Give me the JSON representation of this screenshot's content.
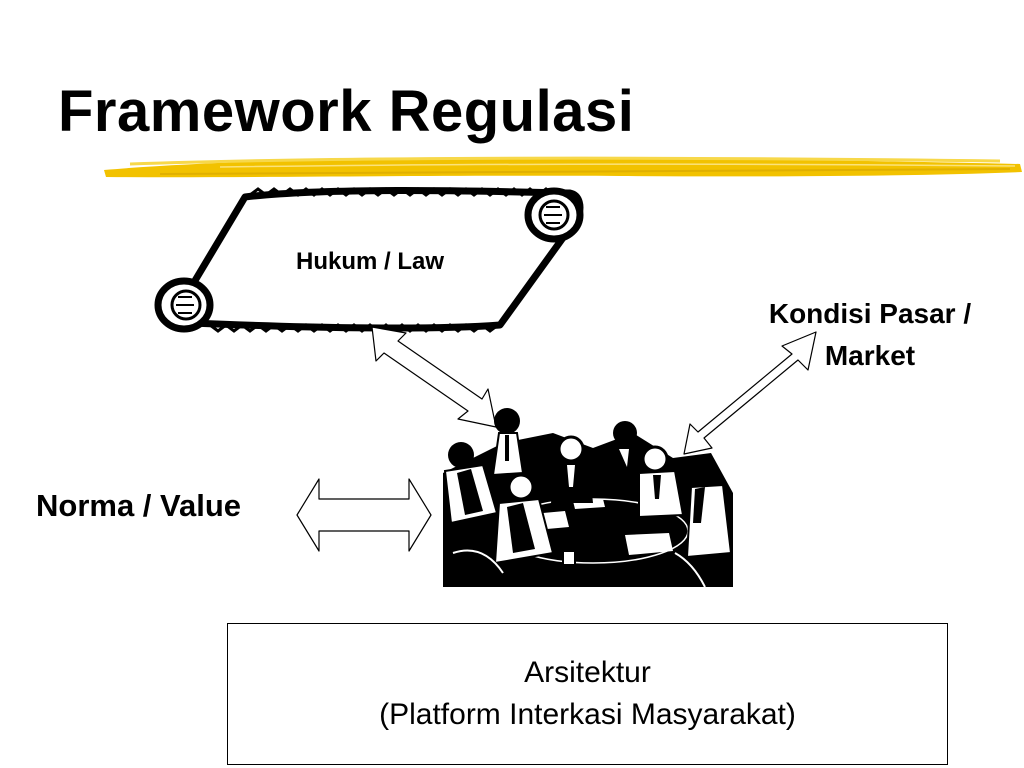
{
  "slide": {
    "title": "Framework Regulasi",
    "accent_color": "#F2C200"
  },
  "diagram": {
    "law_label": "Hukum / Law",
    "market_label_line1": "Kondisi Pasar /",
    "market_label_line2": "Market",
    "norm_label": "Norma / Value",
    "architecture_line1": "Arsitektur",
    "architecture_line2": "(Platform Interkasi Masyarakat)"
  }
}
